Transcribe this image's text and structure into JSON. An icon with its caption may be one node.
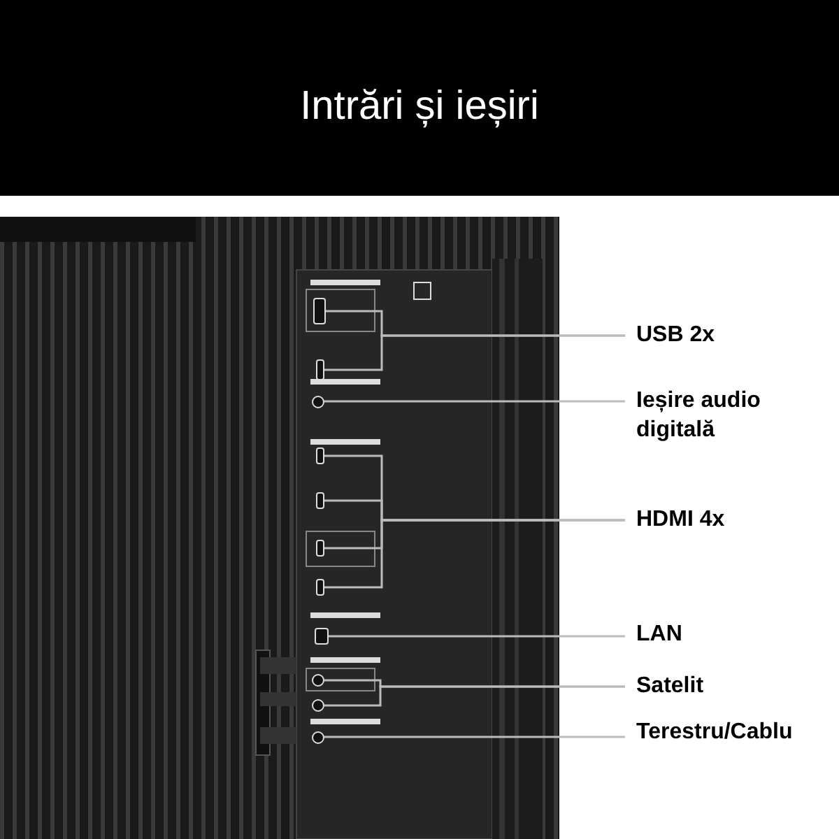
{
  "diagram": {
    "title": "Intrări și ieșiri",
    "nodes": [
      {
        "text": [
          "USB 2x"
        ]
      },
      {
        "text": [
          "Ieșire audio digitală"
        ]
      },
      {
        "text": [
          "HDMI 4x"
        ]
      },
      {
        "text": [
          "LAN"
        ]
      },
      {
        "text": [
          "Satelit"
        ]
      },
      {
        "text": [
          "Terestru/Cablu"
        ]
      },
      {
        "text": [],
        "shape": "box"
      },
      {
        "text": [],
        "shape": "box"
      },
      {
        "text": [],
        "shape": "circle"
      },
      {
        "text": [],
        "shape": "box"
      },
      {
        "text": [],
        "shape": "box"
      },
      {
        "text": [],
        "shape": "box"
      },
      {
        "text": [],
        "shape": "box"
      },
      {
        "text": [],
        "shape": "box"
      },
      {
        "text": [],
        "shape": "circle"
      },
      {
        "text": [],
        "shape": "circle"
      },
      {
        "text": [],
        "shape": "circle"
      }
    ],
    "edges": [
      {
        "from": 0,
        "to": 6,
        "arrow": "none"
      },
      {
        "from": 0,
        "to": 7,
        "arrow": "none"
      },
      {
        "from": 1,
        "to": 8,
        "arrow": "none"
      },
      {
        "from": 2,
        "to": 9,
        "arrow": "none"
      },
      {
        "from": 2,
        "to": 10,
        "arrow": "none"
      },
      {
        "from": 2,
        "to": 11,
        "arrow": "none"
      },
      {
        "from": 2,
        "to": 12,
        "arrow": "none"
      },
      {
        "from": 3,
        "to": 13,
        "arrow": "none"
      },
      {
        "from": 4,
        "to": 14,
        "arrow": "none"
      },
      {
        "from": 4,
        "to": 15,
        "arrow": "none"
      },
      {
        "from": 5,
        "to": 16,
        "arrow": "none"
      }
    ]
  }
}
